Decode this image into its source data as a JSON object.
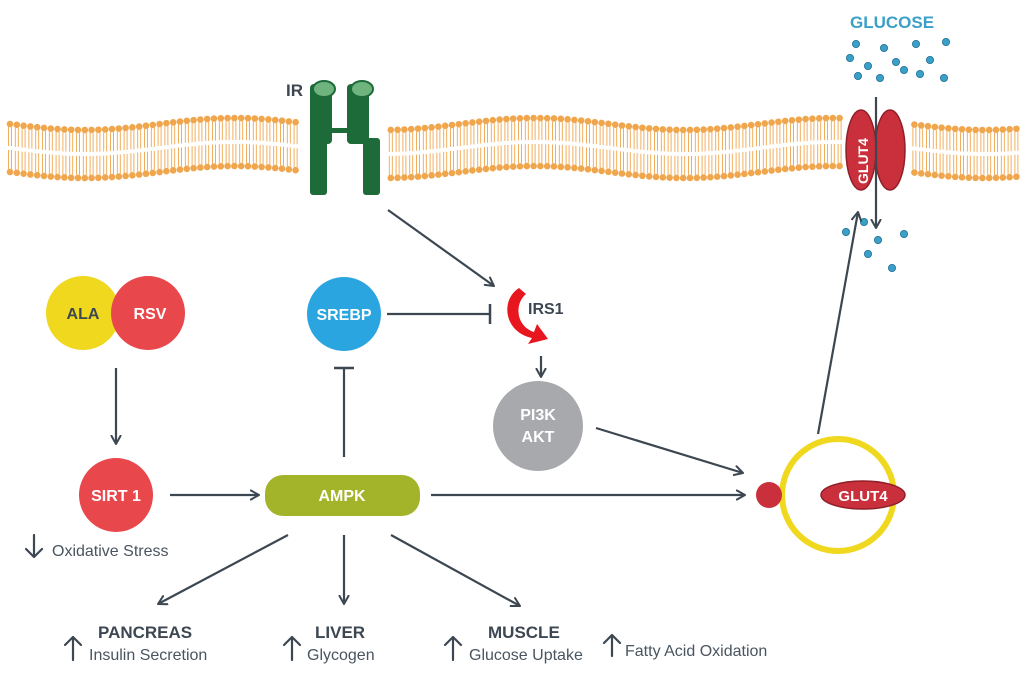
{
  "labels": {
    "glucose": "GLUCOSE",
    "ir": "IR",
    "glut4_membrane": "GLUT4",
    "glut4_vesicle": "GLUT4",
    "ala": "ALA",
    "rsv": "RSV",
    "srebp": "SREBP",
    "irs1": "IRS1",
    "pi3k": "PI3K",
    "akt": "AKT",
    "sirt1": "SIRT 1",
    "ampk": "AMPK"
  },
  "effects": {
    "oxidative_stress": "Oxidative Stress",
    "pancreas": {
      "organ": "PANCREAS",
      "effect": "Insulin Secretion"
    },
    "liver": {
      "organ": "LIVER",
      "effect": "Glycogen"
    },
    "muscle": {
      "organ": "MUSCLE",
      "effect": "Glucose Uptake"
    },
    "fatty_acid": "Fatty Acid Oxidation"
  },
  "colors": {
    "membrane": "#f0a64d",
    "receptor": "#1e6b3a",
    "glut4": "#c9303c",
    "glucose": "#3aa0c8",
    "ala": "#f0d81e",
    "rsv": "#e8474c",
    "srebp": "#2aa5e0",
    "irs1": "#e8161f",
    "pi3k_akt": "#a7a9ac",
    "sirt1": "#e8474c",
    "ampk": "#a4b42a",
    "vesicle": "#f0d81e",
    "arrow": "#3d4752"
  }
}
